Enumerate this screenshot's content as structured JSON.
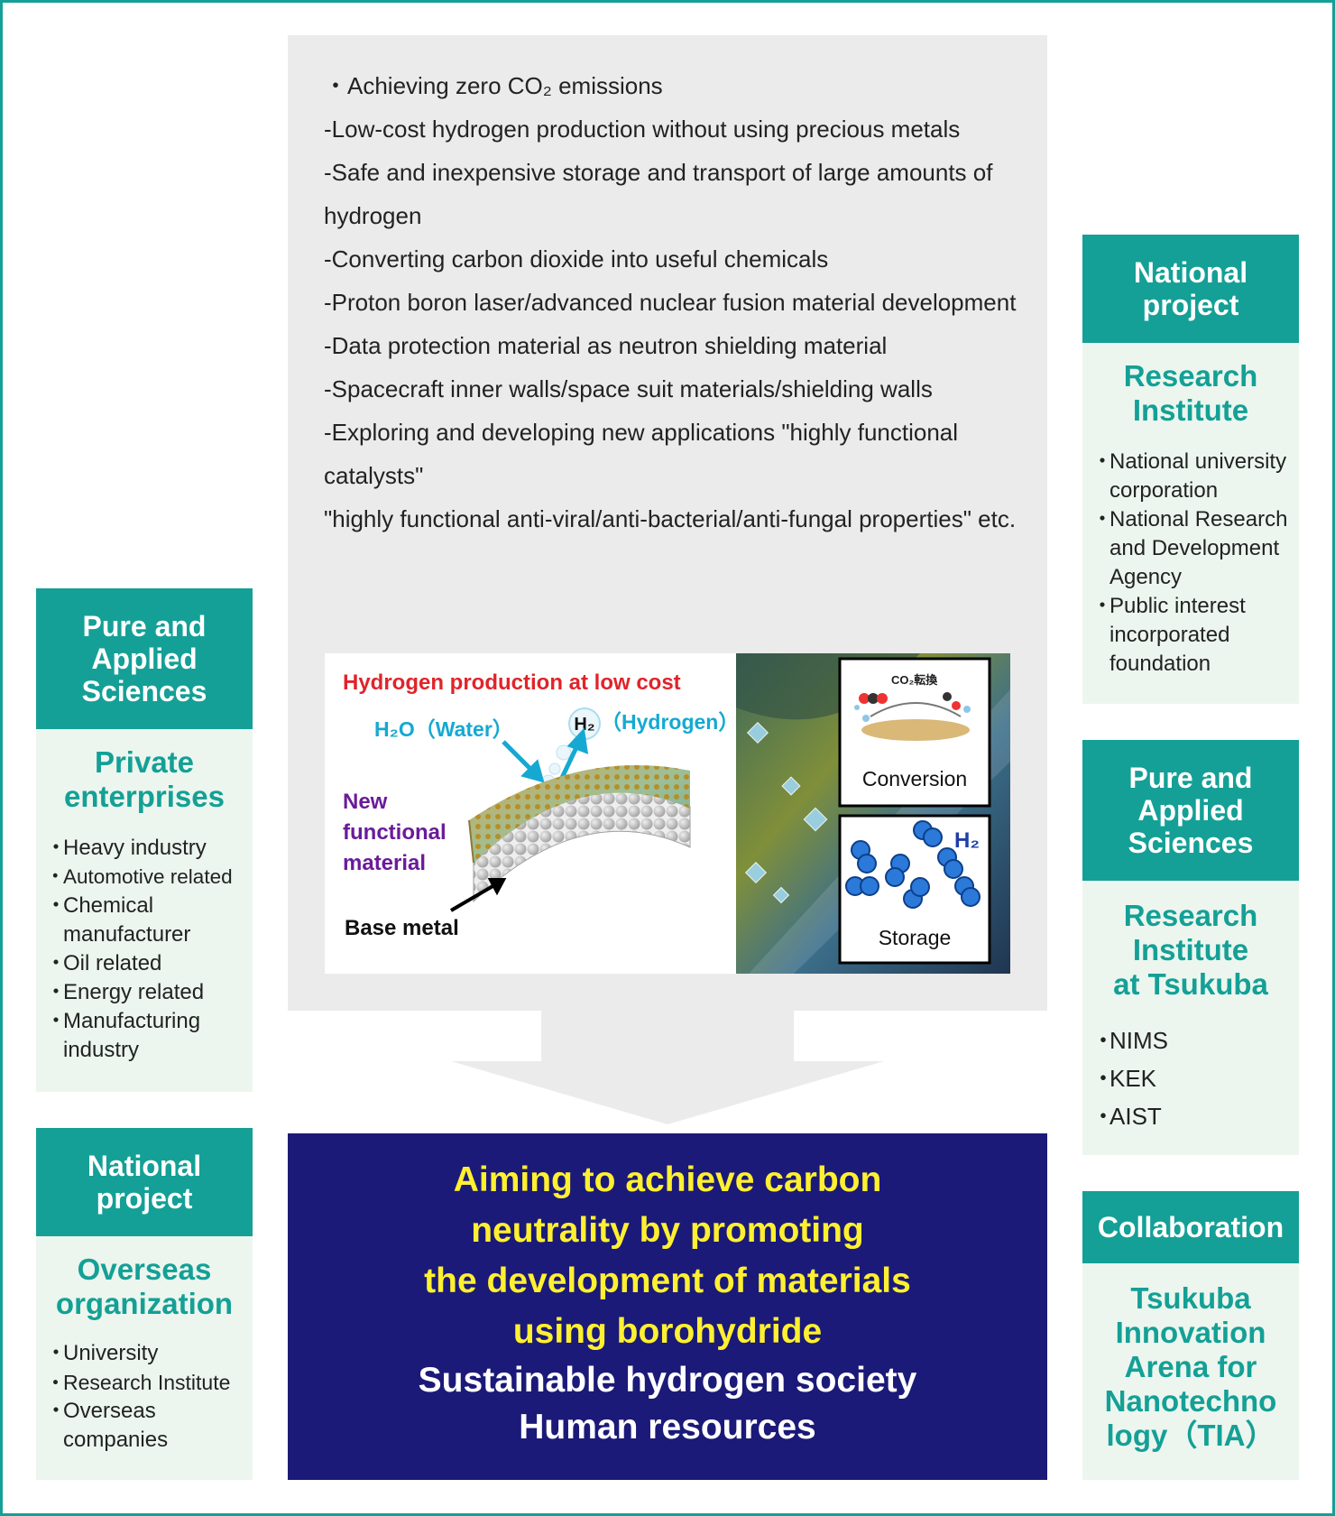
{
  "center": {
    "bullets": [
      "・Achieving zero CO₂ emissions",
      "-Low-cost hydrogen production without using precious metals",
      "-Safe and inexpensive storage and transport of large amounts of hydrogen",
      "-Converting carbon dioxide into useful chemicals",
      "-Proton boron laser/advanced nuclear fusion material development",
      "-Data protection material as neutron shielding material",
      "-Spacecraft inner walls/space suit materials/shielding walls",
      "-Exploring and developing new applications \"highly functional catalysts\"",
      "\"highly functional anti-viral/anti-bacterial/anti-fungal properties\" etc."
    ],
    "figure": {
      "title": "Hydrogen production at low cost",
      "water_label": "H₂O（Water）",
      "h2_symbol": "H₂",
      "hydrogen_label": "（Hydrogen）",
      "material_label": [
        "New",
        "functional",
        "material"
      ],
      "base_label": "Base metal",
      "co2_caption": "CO₂転換",
      "conversion_label": "Conversion",
      "storage_h2": "H₂",
      "storage_label": "Storage"
    }
  },
  "goal": {
    "yellow_lines": [
      "Aiming to achieve carbon",
      "neutrality by promoting",
      "the development of materials",
      "using borohydride"
    ],
    "white_lines": [
      "Sustainable hydrogen society",
      "Human resources"
    ]
  },
  "left": {
    "card1": {
      "header": [
        "Pure and",
        "Applied",
        "Sciences"
      ],
      "subtitle": [
        "Private",
        "enterprises"
      ],
      "items": [
        "Heavy industry",
        "Automotive related",
        "Chemical manufacturer",
        "Oil related",
        "Energy related",
        "Manufacturing industry"
      ]
    },
    "card2": {
      "header": [
        "National",
        "project"
      ],
      "subtitle": [
        "Overseas",
        "organization"
      ],
      "items": [
        "University",
        "Research Institute",
        "Overseas companies"
      ]
    }
  },
  "right": {
    "card1": {
      "header": [
        "National",
        "project"
      ],
      "subtitle": [
        "Research",
        "Institute"
      ],
      "items": [
        "National university corporation",
        "National Research and Development Agency",
        "Public interest incorporated foundation"
      ]
    },
    "card2": {
      "header": [
        "Pure and",
        "Applied",
        "Sciences"
      ],
      "subtitle": [
        "Research",
        "Institute",
        "at Tsukuba"
      ],
      "items": [
        "NIMS",
        "KEK",
        "AIST"
      ]
    },
    "card3": {
      "header": [
        "Collaboration"
      ],
      "subtitle": [
        "Tsukuba",
        "Innovation",
        "Arena for",
        "Nanotechno",
        "logy（TIA）"
      ]
    }
  },
  "colors": {
    "teal": "#14a096",
    "mint": "#ecf6ee",
    "navy": "#1b1a78",
    "yellow": "#fff030",
    "panel_gray": "#ebebeb",
    "red": "#e0242a",
    "cyan": "#15a9d2",
    "purple": "#6a1b9a"
  }
}
